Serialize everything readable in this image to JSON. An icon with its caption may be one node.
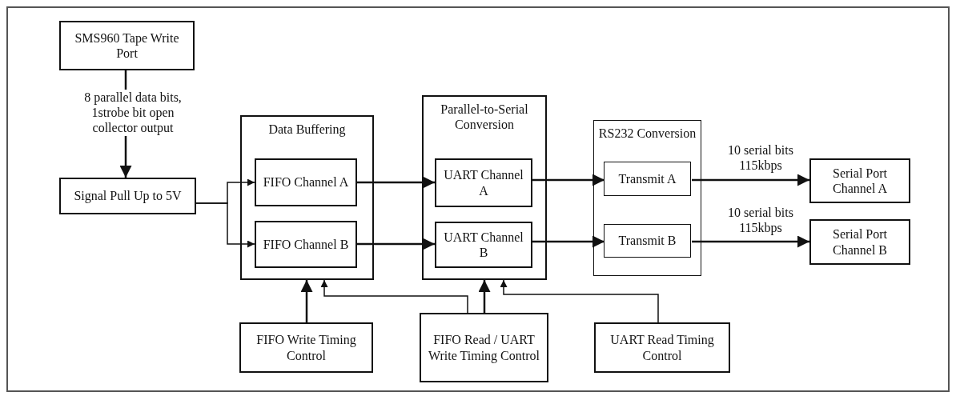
{
  "diagram": {
    "nodes": [
      {
        "text": [
          "SMS960 Tape Write Port"
        ]
      },
      {
        "text": [
          "Signal Pull Up to 5V"
        ]
      },
      {
        "text": [
          "Data Buffering"
        ]
      },
      {
        "text": [
          "FIFO Channel A"
        ],
        "in": 2
      },
      {
        "text": [
          "FIFO Channel B"
        ],
        "in": 2
      },
      {
        "text": [
          "Parallel-to-Serial Conversion"
        ]
      },
      {
        "text": [
          "UART Channel A"
        ],
        "in": 5
      },
      {
        "text": [
          "UART Channel B"
        ],
        "in": 5
      },
      {
        "text": [
          "RS232 Conversion"
        ]
      },
      {
        "text": [
          "Transmit A"
        ],
        "in": 8
      },
      {
        "text": [
          "Transmit B"
        ],
        "in": 8
      },
      {
        "text": [
          "Serial Port Channel A"
        ]
      },
      {
        "text": [
          "Serial Port Channel B"
        ]
      },
      {
        "text": [
          "FIFO Write Timing Control"
        ]
      },
      {
        "text": [
          "FIFO Read / UART Write Timing Control"
        ]
      },
      {
        "text": [
          "UART Read Timing Control"
        ]
      }
    ],
    "edges": [
      {
        "from": 0,
        "to": 1,
        "arrow": "to",
        "label": "8 parallel data bits, 1strobe bit open collector output"
      },
      {
        "from": 1,
        "to": 3,
        "arrow": "to"
      },
      {
        "from": 1,
        "to": 4,
        "arrow": "to"
      },
      {
        "from": 3,
        "to": 6,
        "arrow": "to"
      },
      {
        "from": 4,
        "to": 7,
        "arrow": "to"
      },
      {
        "from": 6,
        "to": 9,
        "arrow": "to"
      },
      {
        "from": 7,
        "to": 10,
        "arrow": "to"
      },
      {
        "from": 9,
        "to": 11,
        "arrow": "to",
        "label": "10 serial bits 115kbps"
      },
      {
        "from": 10,
        "to": 12,
        "arrow": "to",
        "label": "10 serial bits 115kbps"
      },
      {
        "from": 13,
        "to": 2,
        "arrow": "to"
      },
      {
        "from": 14,
        "to": 2,
        "arrow": "to"
      },
      {
        "from": 14,
        "to": 5,
        "arrow": "to"
      },
      {
        "from": 15,
        "to": 5,
        "arrow": "to"
      }
    ]
  }
}
